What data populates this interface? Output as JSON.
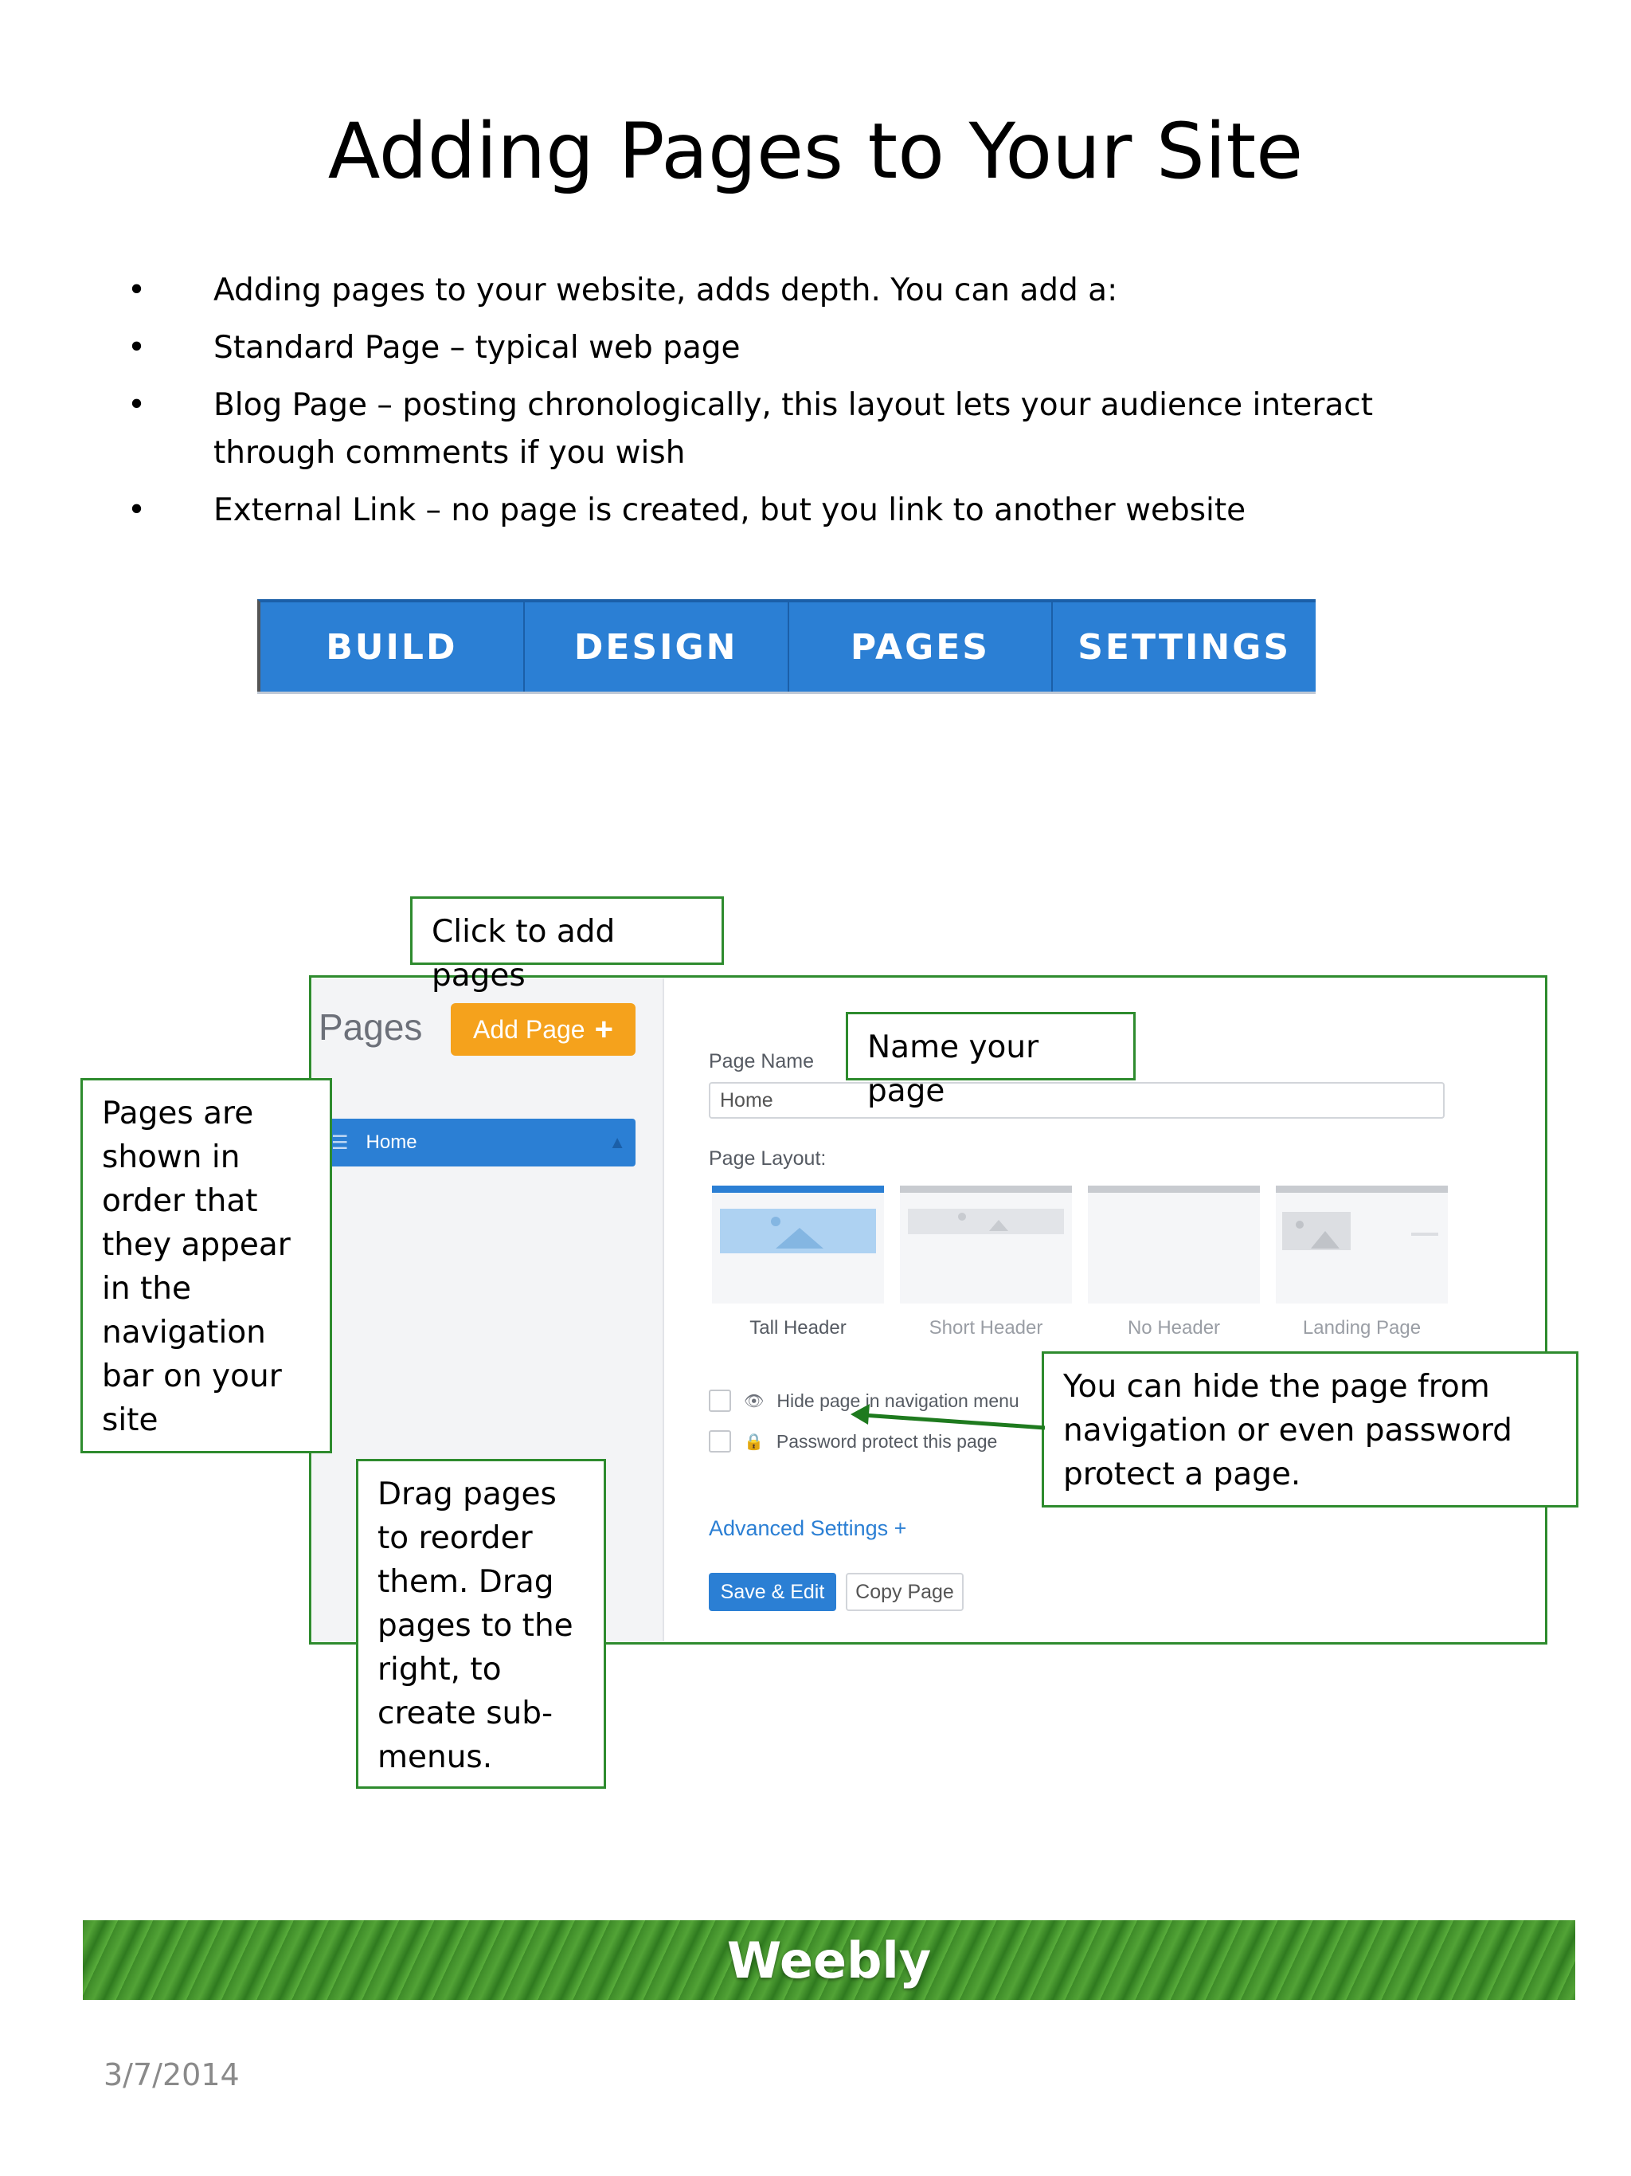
{
  "title": "Adding Pages to Your Site",
  "bullets": [
    "Adding pages to your website, adds depth. You can add a:",
    "Standard Page – typical web page",
    "Blog Page –  posting chronologically, this layout lets your audience interact through comments if you wish",
    "External Link – no page is created, but you link to another website"
  ],
  "bullet_symbol": "•",
  "nav_tabs": [
    "BUILD",
    "DESIGN",
    "PAGES",
    "SETTINGS"
  ],
  "callouts": {
    "add_pages": "Click to add pages",
    "name_page": "Name your page",
    "order": "Pages are shown in order that they appear in the navigation bar on your site",
    "drag": "Drag pages to reorder them. Drag pages to the right, to create sub-menus.",
    "hide": "You can hide the page from navigation or even password protect a page."
  },
  "editor": {
    "pages_heading": "Pages",
    "add_page_label": "Add Page",
    "add_page_plus": "+",
    "home_item": "Home",
    "page_name_label": "Page Name",
    "page_name_value": "Home",
    "page_layout_label": "Page Layout:",
    "layouts": [
      "Tall Header",
      "Short Header",
      "No Header",
      "Landing Page"
    ],
    "hide_option": "Hide page in navigation menu",
    "password_option": "Password protect this page",
    "advanced_settings": "Advanced Settings  +",
    "save_edit": "Save & Edit",
    "copy_page": "Copy Page"
  },
  "banner": "Weebly",
  "date": "3/7/2014",
  "colors": {
    "accent_blue": "#2b7fd4",
    "orange": "#f5a21c",
    "callout_border": "#2e8b2e",
    "banner_green": "#3d8a28"
  }
}
